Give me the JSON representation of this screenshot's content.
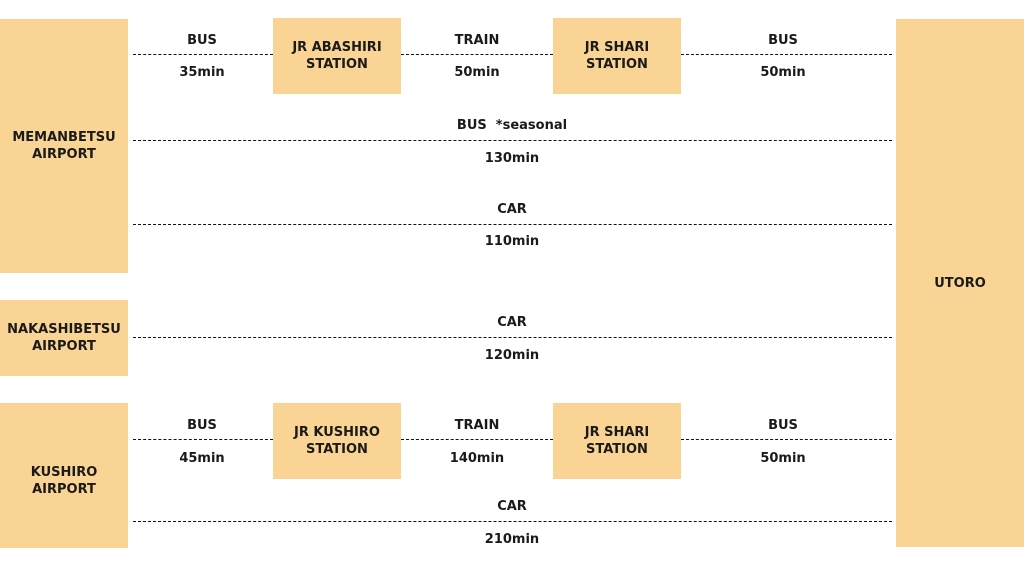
{
  "origins": {
    "memanbetsu": "MEMANBETSU\nAIRPORT",
    "nakashibetsu": "NAKASHIBETSU\nAIRPORT",
    "kushiro": "KUSHIRO\nAIRPORT"
  },
  "destination": "UTORO",
  "stations": {
    "abashiri": "JR ABASHIRI\nSTATION",
    "shari_top": "JR SHARI\nSTATION",
    "kushiro": "JR KUSHIRO\nSTATION",
    "shari_bottom": "JR SHARI\nSTATION"
  },
  "routes": {
    "mem_leg1": {
      "mode": "BUS",
      "time": "35min"
    },
    "mem_leg2": {
      "mode": "TRAIN",
      "time": "50min"
    },
    "mem_leg3": {
      "mode": "BUS",
      "time": "50min"
    },
    "mem_bus_direct": {
      "mode": "BUS  *seasonal",
      "time": "130min"
    },
    "mem_car": {
      "mode": "CAR",
      "time": "110min"
    },
    "nak_car": {
      "mode": "CAR",
      "time": "120min"
    },
    "kus_leg1": {
      "mode": "BUS",
      "time": "45min"
    },
    "kus_leg2": {
      "mode": "TRAIN",
      "time": "140min"
    },
    "kus_leg3": {
      "mode": "BUS",
      "time": "50min"
    },
    "kus_car": {
      "mode": "CAR",
      "time": "210min"
    }
  },
  "colors": {
    "box_fill": "#fad494",
    "line": "#111111",
    "text": "#1a1a1a"
  }
}
